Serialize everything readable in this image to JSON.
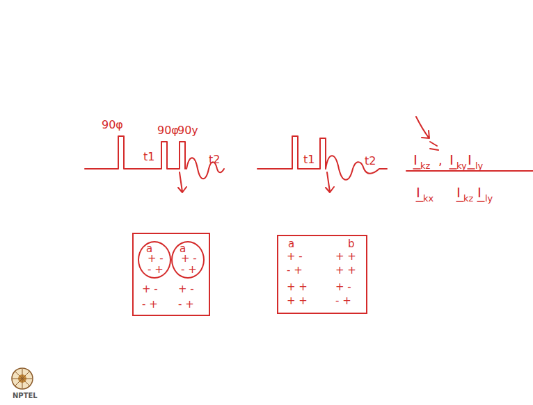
{
  "diagram": {
    "nodes": [
      {
        "text": [
          "+ -",
          "+ -",
          "- +",
          "- +"
        ]
      },
      {
        "text": [
          "a",
          "+ -",
          "- +"
        ],
        "in": 0
      },
      {
        "text": [
          "a",
          "+ -",
          "- +"
        ],
        "in": 0
      },
      {
        "text": [
          "a",
          "b",
          "+ -",
          "+ +",
          "- +",
          "+ +",
          "+ +",
          "+ -",
          "+ +",
          "- +"
        ]
      }
    ],
    "labels": [
      "90φ",
      "t1",
      "90φ",
      "90y",
      "t2",
      "t1",
      "t2",
      "I",
      "kz",
      ",",
      "I",
      "ky",
      "I",
      "ly",
      "I",
      "kx",
      "I",
      "kz",
      "I",
      "ly",
      "NPTEL"
    ]
  }
}
